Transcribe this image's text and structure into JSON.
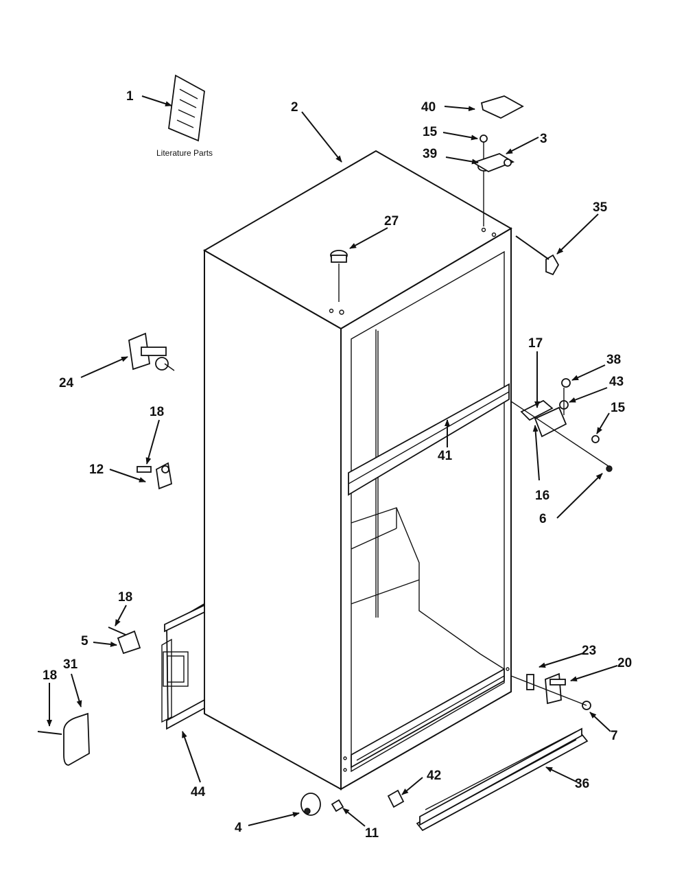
{
  "caption": "Literature Parts",
  "callouts": {
    "c1": "1",
    "c2": "2",
    "c3": "3",
    "c4": "4",
    "c5": "5",
    "c6": "6",
    "c7": "7",
    "c11": "11",
    "c12": "12",
    "c15a": "15",
    "c15b": "15",
    "c16": "16",
    "c17": "17",
    "c18a": "18",
    "c18b": "18",
    "c18c": "18",
    "c20": "20",
    "c23": "23",
    "c24": "24",
    "c27": "27",
    "c31": "31",
    "c35": "35",
    "c36": "36",
    "c38": "38",
    "c39": "39",
    "c40": "40",
    "c41": "41",
    "c42": "42",
    "c43": "43",
    "c44": "44"
  }
}
